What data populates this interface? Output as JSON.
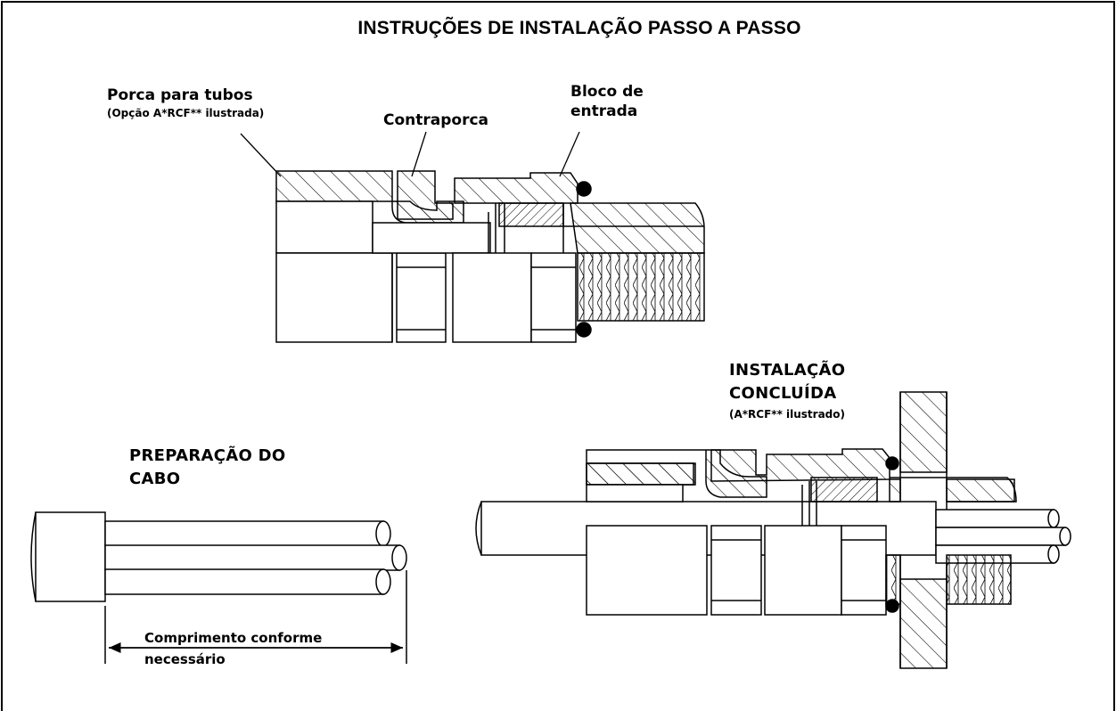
{
  "title": "INSTRUÇÕES DE INSTALAÇÃO PASSO A PASSO",
  "labels": {
    "tube_nut": "Porca para tubos",
    "tube_nut_option": "(Opção A*RCF** ilustrada)",
    "locknut": "Contraporca",
    "entry_block_1": "Bloco de",
    "entry_block_2": "entrada",
    "completed_1": "INSTALAÇÃO",
    "completed_2": "CONCLUÍDA",
    "completed_option": "(A*RCF** ilustrado)",
    "cable_prep_1": "PREPARAÇÃO DO",
    "cable_prep_2": "CABO",
    "length_1": "Comprimento conforme",
    "length_2": "necessário"
  },
  "colors": {
    "line": "#000000",
    "background": "#ffffff"
  }
}
